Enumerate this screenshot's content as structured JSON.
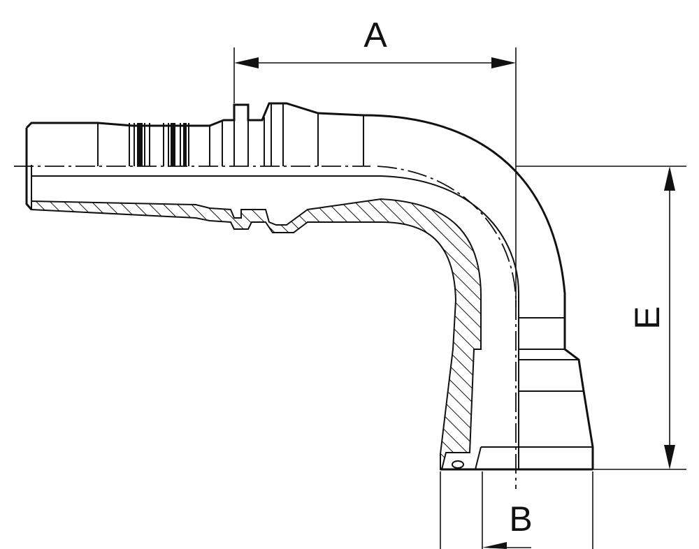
{
  "dimensions": {
    "a_label": "A",
    "b_label": "B",
    "e_label": "E"
  },
  "colors": {
    "line": "#111111",
    "background": "#ffffff"
  }
}
